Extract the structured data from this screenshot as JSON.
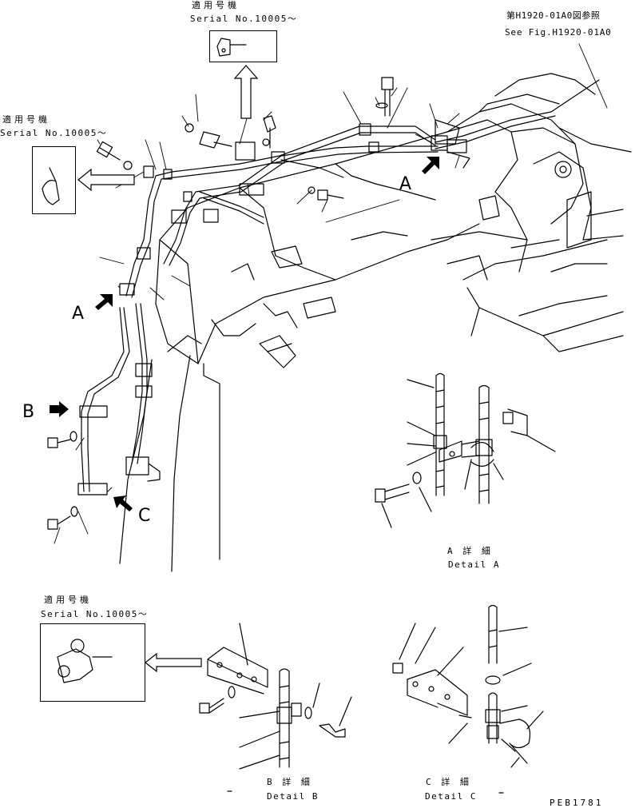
{
  "serial_notes": {
    "top": {
      "jp": "適用号機",
      "en": "Serial No.10005～"
    },
    "left": {
      "jp": "適用号機",
      "en": "Serial No.10005～"
    },
    "bottom": {
      "jp": "適用号機",
      "en": "Serial No.10005～"
    }
  },
  "figure_ref": {
    "jp": "第H1920-01A0図参照",
    "en": "See Fig.H1920-01A0"
  },
  "callouts": {
    "a1": "A",
    "a2": "A",
    "b": "B",
    "c": "C"
  },
  "details": {
    "a": {
      "jp": "A 詳 細",
      "en": "Detail A"
    },
    "b": {
      "jp": "B 詳 細",
      "en": "Detail B"
    },
    "c": {
      "jp": "C 詳 細",
      "en": "Detail C"
    }
  },
  "drawing_code": "PEB1781"
}
